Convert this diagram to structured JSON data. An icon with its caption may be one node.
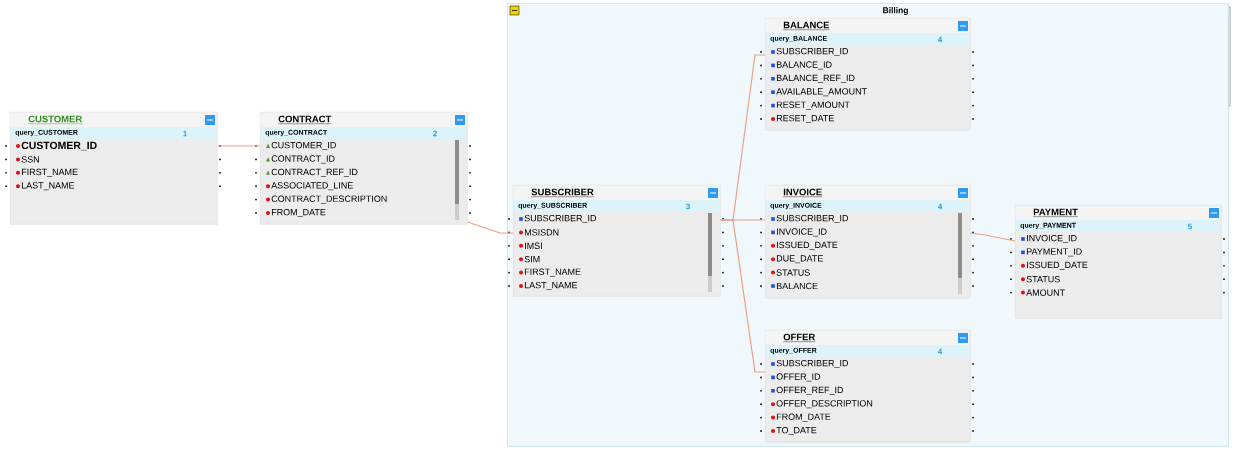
{
  "diagram": {
    "nodes": [
      {
        "text": [
          "CUSTOMER",
          "query_CUSTOMER",
          "1",
          "CUSTOMER_ID",
          "SSN",
          "FIRST_NAME",
          "LAST_NAME"
        ]
      },
      {
        "text": [
          "CONTRACT",
          "query_CONTRACT",
          "2",
          "CUSTOMER_ID",
          "CONTRACT_ID",
          "CONTRACT_REF_ID",
          "ASSOCIATED_LINE",
          "CONTRACT_DESCRIPTION",
          "FROM_DATE"
        ]
      },
      {
        "text": [
          "Billing"
        ]
      },
      {
        "text": [
          "SUBSCRIBER",
          "query_SUBSCRIBER",
          "3",
          "SUBSCRIBER_ID",
          "MSISDN",
          "IMSI",
          "SIM",
          "FIRST_NAME",
          "LAST_NAME"
        ],
        "in": 2
      },
      {
        "text": [
          "BALANCE",
          "query_BALANCE",
          "4",
          "SUBSCRIBER_ID",
          "BALANCE_ID",
          "BALANCE_REF_ID",
          "AVAILABLE_AMOUNT",
          "RESET_AMOUNT",
          "RESET_DATE"
        ],
        "in": 2
      },
      {
        "text": [
          "INVOICE",
          "query_INVOICE",
          "4",
          "SUBSCRIBER_ID",
          "INVOICE_ID",
          "ISSUED_DATE",
          "DUE_DATE",
          "STATUS",
          "BALANCE"
        ],
        "in": 2
      },
      {
        "text": [
          "OFFER",
          "query_OFFER",
          "4",
          "SUBSCRIBER_ID",
          "OFFER_ID",
          "OFFER_REF_ID",
          "OFFER_DESCRIPTION",
          "FROM_DATE",
          "TO_DATE"
        ],
        "in": 2
      },
      {
        "text": [
          "PAYMENT",
          "query_PAYMENT",
          "5",
          "INVOICE_ID",
          "PAYMENT_ID",
          "ISSUED_DATE",
          "STATUS",
          "AMOUNT"
        ],
        "in": 2
      }
    ],
    "edges": [
      {
        "from": 0,
        "to": 1,
        "arrow": "none"
      },
      {
        "from": 1,
        "to": 3,
        "arrow": "none"
      },
      {
        "from": 3,
        "to": 4,
        "arrow": "none"
      },
      {
        "from": 3,
        "to": 5,
        "arrow": "none"
      },
      {
        "from": 3,
        "to": 6,
        "arrow": "none"
      },
      {
        "from": 5,
        "to": 7,
        "arrow": "none"
      }
    ]
  }
}
